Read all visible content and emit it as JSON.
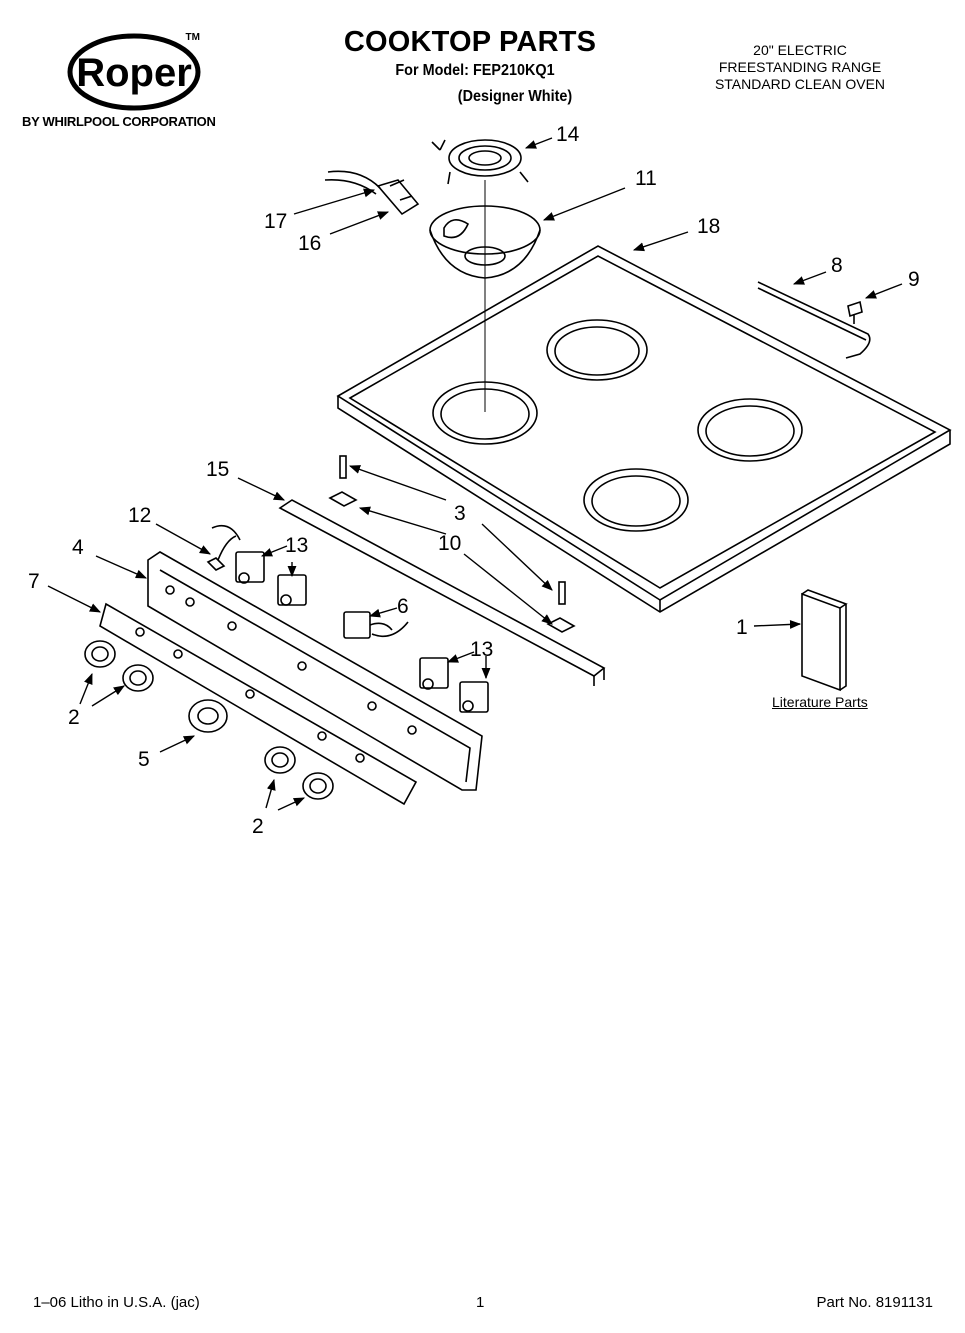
{
  "header": {
    "brand": "Roper",
    "trademark": "TM",
    "brand_sub": "BY WHIRLPOOL CORPORATION",
    "title": "COOKTOP PARTS",
    "model_line": "For Model: FEP210KQ1",
    "variant": "(Designer White)",
    "spec_lines": [
      "20\" ELECTRIC",
      "FREESTANDING RANGE",
      "STANDARD CLEAN OVEN"
    ]
  },
  "callouts": {
    "c14": "14",
    "c11": "11",
    "c17": "17",
    "c16": "16",
    "c18": "18",
    "c8": "8",
    "c9": "9",
    "c15": "15",
    "c3": "3",
    "c10": "10",
    "c12": "12",
    "c13a": "13",
    "c4": "4",
    "c7": "7",
    "c6": "6",
    "c13b": "13",
    "c1": "1",
    "c2a": "2",
    "c5": "5",
    "c2b": "2"
  },
  "literature_label": "Literature Parts",
  "footer": {
    "left": "1–06 Litho in U.S.A. (jac)",
    "page": "1",
    "right": "Part No. 8191131"
  }
}
